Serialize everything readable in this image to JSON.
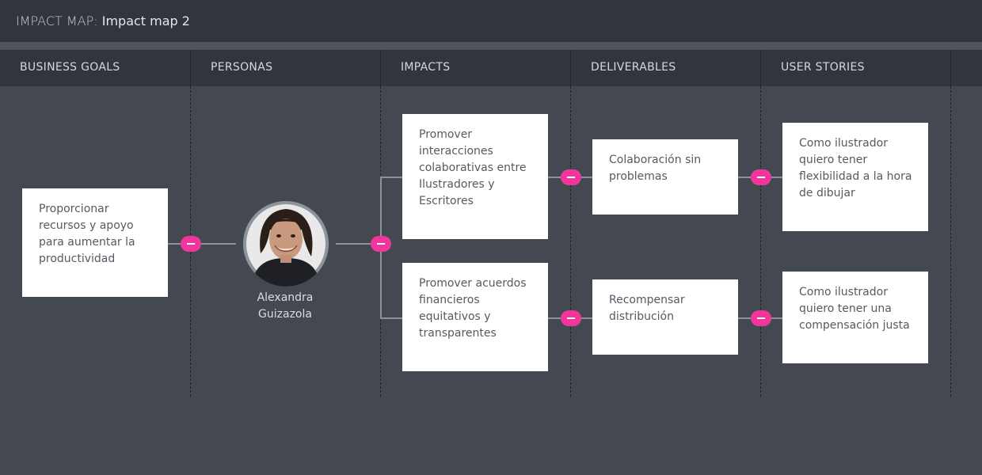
{
  "header": {
    "prefix": "IMPACT MAP:",
    "map_name": "Impact map 2"
  },
  "columns": [
    "BUSINESS GOALS",
    "PERSONAS",
    "IMPACTS",
    "DELIVERABLES",
    "USER STORIES"
  ],
  "goal": {
    "text": "Proporcionar recursos y apoyo para aumentar la productividad"
  },
  "persona": {
    "name": "Alexandra Guizazola",
    "avatar_icon": "person-photo-avatar"
  },
  "impacts": [
    {
      "text": "Promover interacciones colaborativas entre Ilustradores y Escritores"
    },
    {
      "text": "Promover acuerdos financieros equitativos y transparentes"
    }
  ],
  "deliverables": [
    {
      "text": "Colaboración sin problemas"
    },
    {
      "text": "Recompensar distribución"
    }
  ],
  "user_stories": [
    {
      "text": "Como ilustrador quiero tener flexibilidad a la hora de dibujar"
    },
    {
      "text": "Como ilustrador quiero tener una compensación justa"
    }
  ],
  "colors": {
    "background": "#444851",
    "header": "#32353c",
    "card": "#ffffff",
    "toggle_accent": "#f0359b",
    "connector": "#8e9198"
  },
  "icons": {
    "toggle": "collapse-minus-icon"
  }
}
